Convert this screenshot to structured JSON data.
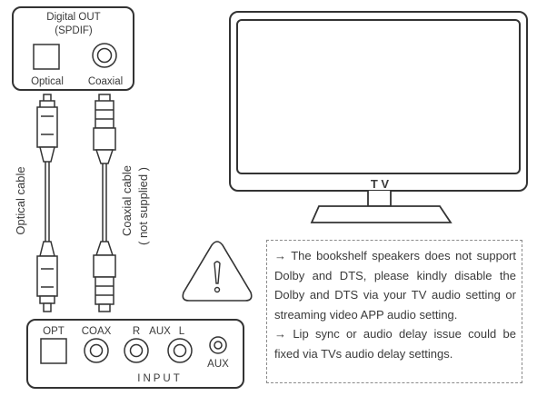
{
  "source_panel": {
    "title": "Digital OUT",
    "subtitle": "(SPDIF)",
    "optical_label": "Optical",
    "coaxial_label": "Coaxial"
  },
  "cables": {
    "optical_label": "Optical cable",
    "coaxial_label": "Coaxial cable",
    "coaxial_note": "( not supplied )"
  },
  "tv": {
    "label": "T V"
  },
  "warning_icon": "warning-triangle-icon",
  "input_panel": {
    "opt_label": "OPT",
    "coax_label": "COAX",
    "r_label": "R",
    "aux_label": "AUX",
    "l_label": "L",
    "aux_jack_label": "AUX",
    "input_label": "INPUT"
  },
  "notes": [
    "→  The bookshelf speakers does not support Dolby and DTS, please kindly disable the Dolby and DTS via your TV audio setting or streaming video APP audio setting.",
    "→ Lip sync or audio delay issue could be fixed via TVs audio delay settings."
  ]
}
